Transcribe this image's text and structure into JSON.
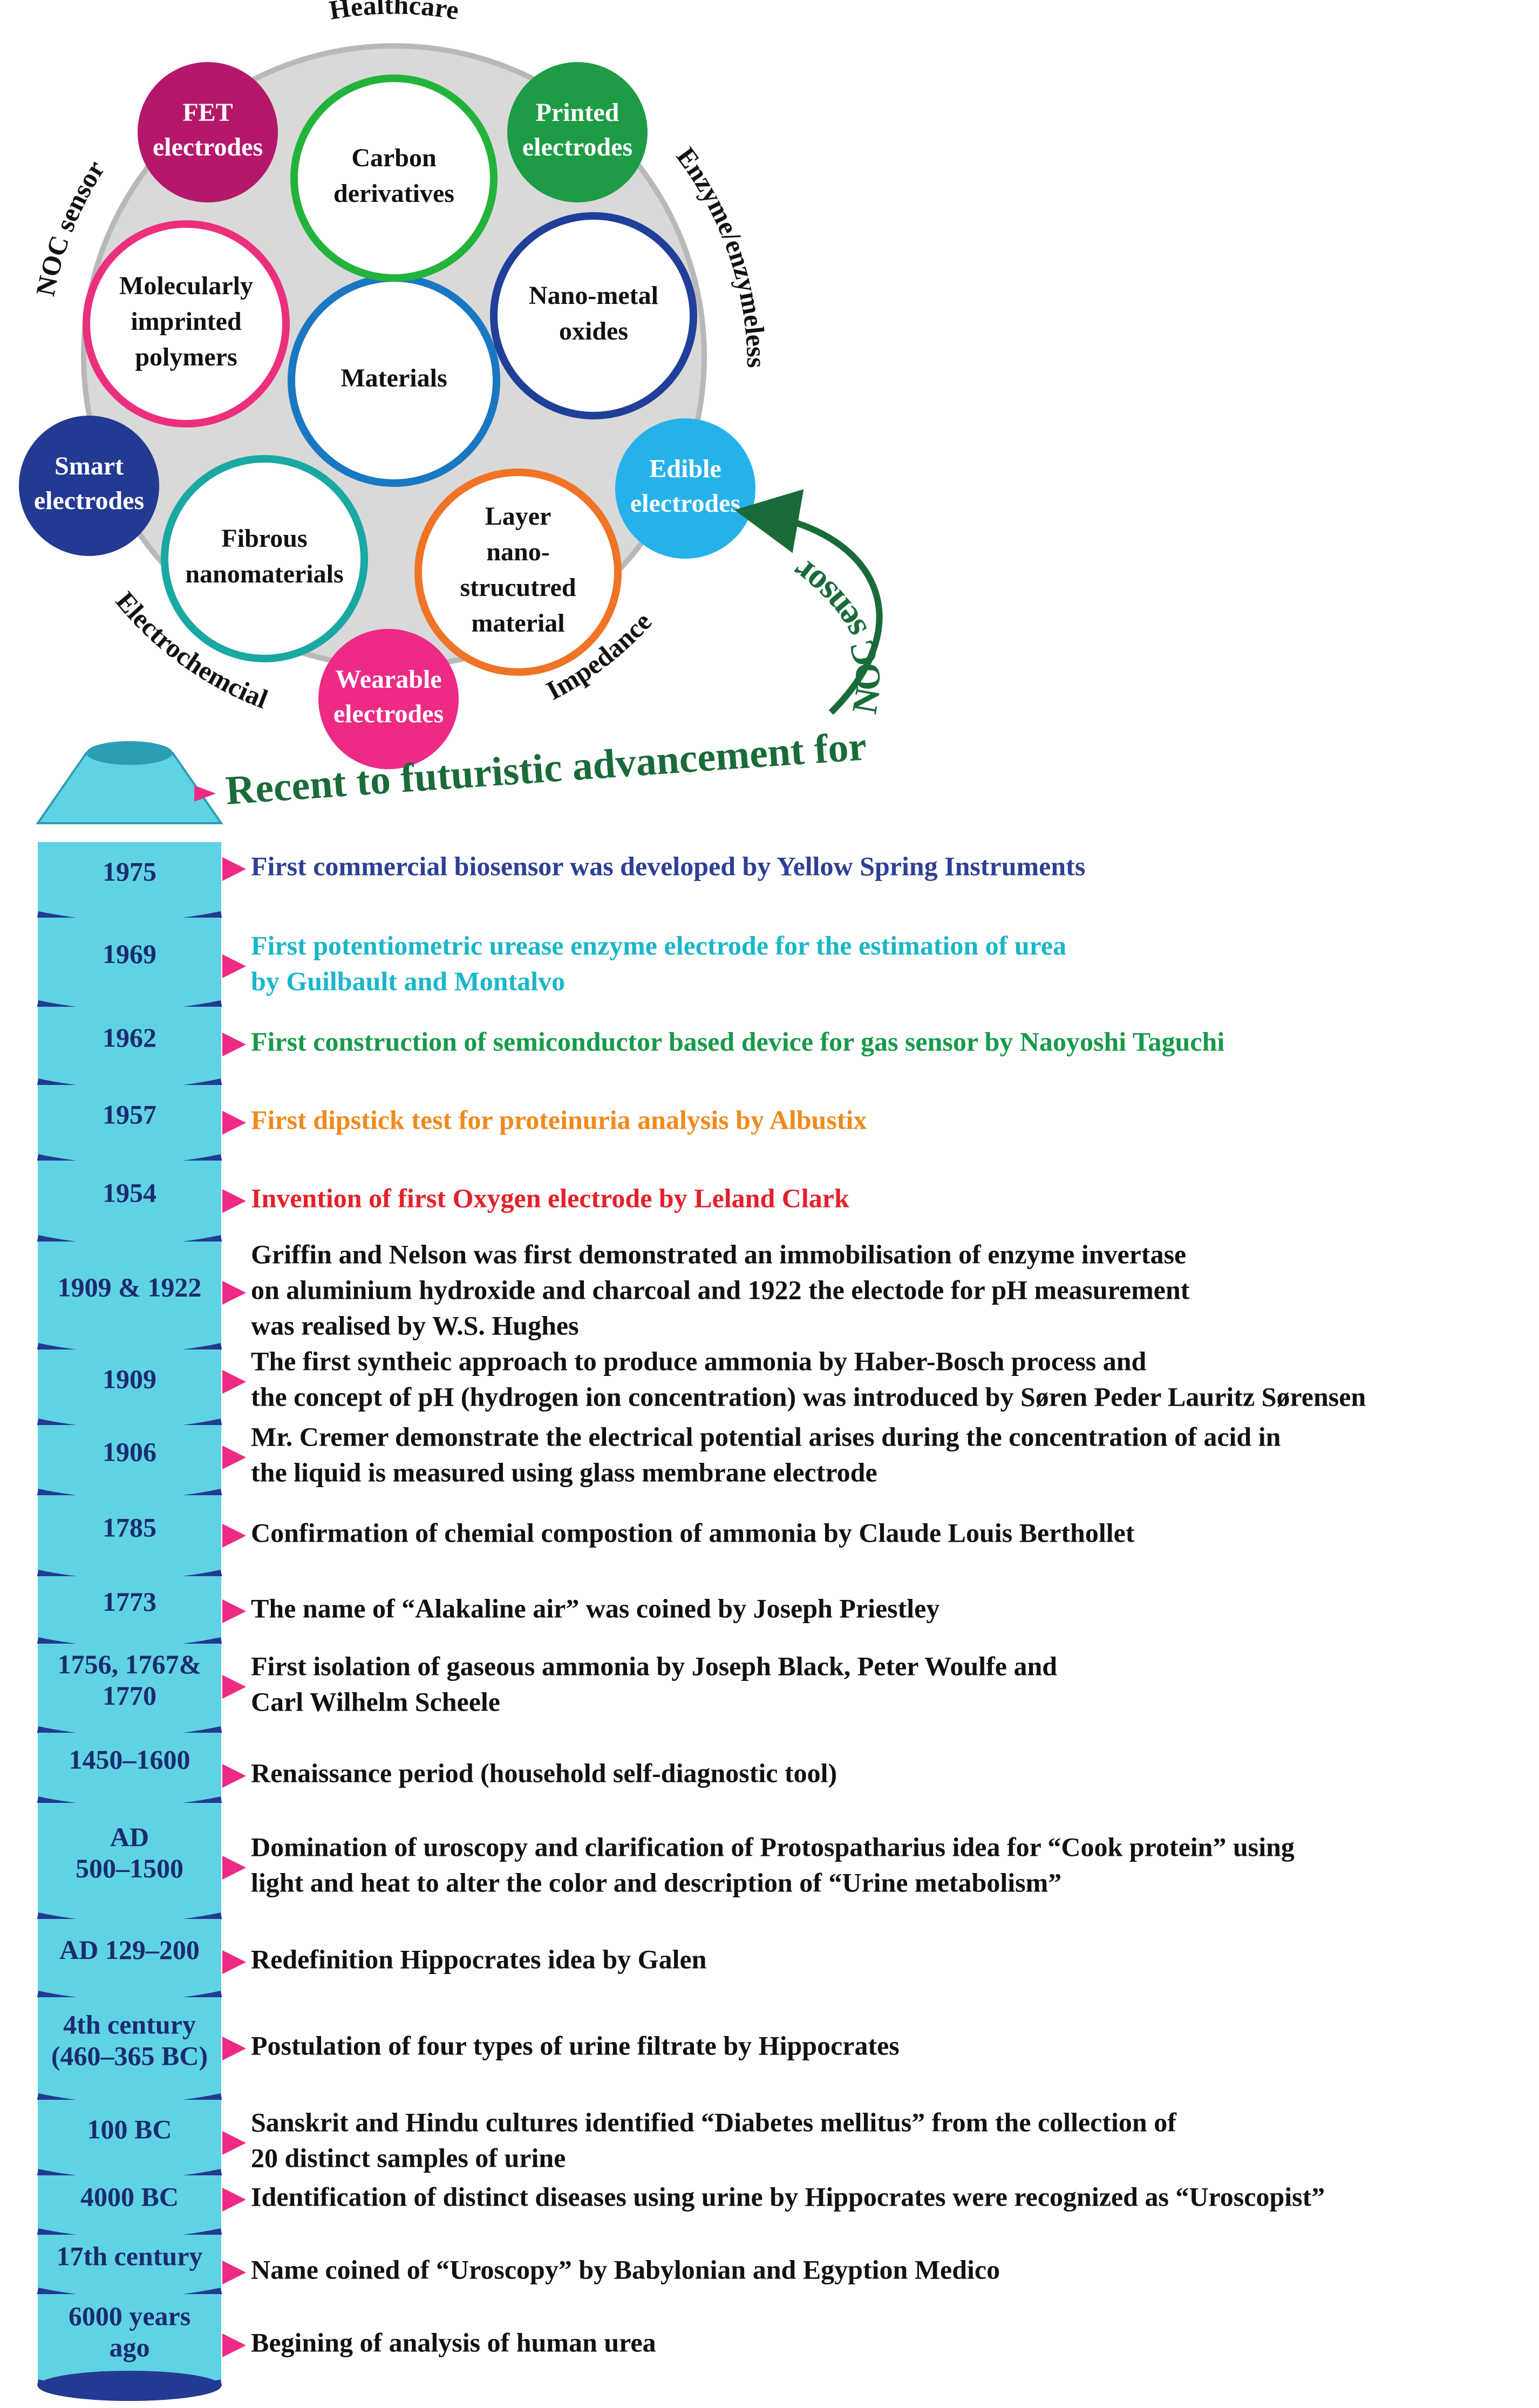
{
  "wheel": {
    "ring_labels": [
      {
        "id": "healthcare",
        "text": "Healthcare"
      },
      {
        "id": "enzyme",
        "text": "Enzyme/enzymeless"
      },
      {
        "id": "noc-sensor",
        "text": "NOC sensor"
      },
      {
        "id": "electrochemical",
        "text": "Electrochemcial"
      },
      {
        "id": "impedance",
        "text": "Impedance"
      }
    ],
    "center": {
      "lines": [
        "Materials"
      ],
      "color": "#1a78c2"
    },
    "inner_nodes": [
      {
        "id": "carbon",
        "lines": [
          "Carbon",
          "derivatives"
        ],
        "color": "#22b33a"
      },
      {
        "id": "nano-metal",
        "lines": [
          "Nano-metal",
          "oxides"
        ],
        "color": "#1f3f9a"
      },
      {
        "id": "layer",
        "lines": [
          "Layer",
          "nano-",
          "strucutred",
          "material"
        ],
        "color": "#f07426"
      },
      {
        "id": "fibrous",
        "lines": [
          "Fibrous",
          "nanomaterials"
        ],
        "color": "#19a8a2"
      },
      {
        "id": "molecular",
        "lines": [
          "Molecularly",
          "imprinted",
          "polymers"
        ],
        "color": "#ec2f7d"
      }
    ],
    "electrode_nodes": [
      {
        "id": "fet",
        "lines": [
          "FET",
          "electrodes"
        ],
        "color": "#b5186b"
      },
      {
        "id": "printed",
        "lines": [
          "Printed",
          "electrodes"
        ],
        "color": "#1e9c45"
      },
      {
        "id": "edible",
        "lines": [
          "Edible",
          "electrodes"
        ],
        "color": "#25b2ea"
      },
      {
        "id": "wearable",
        "lines": [
          "Wearable",
          "electrodes"
        ],
        "color": "#ee2a85"
      },
      {
        "id": "smart",
        "lines": [
          "Smart",
          "electrodes"
        ],
        "color": "#223a92"
      }
    ]
  },
  "arrow_label": "NOC sensor",
  "headline": "Recent to futuristic advancement for",
  "timeline": [
    {
      "year": [
        "1975"
      ],
      "text": [
        "First commercial biosensor was developed by Yellow Spring Instruments"
      ],
      "color": "#2e3f96"
    },
    {
      "year": [
        "1969"
      ],
      "text": [
        "First potentiometric urease enzyme electrode for the estimation of urea",
        "by Guilbault and Montalvo"
      ],
      "color": "#1ab6c9"
    },
    {
      "year": [
        "1962"
      ],
      "text": [
        "First construction of semiconductor based device for gas sensor by Naoyoshi Taguchi"
      ],
      "color": "#179a4a"
    },
    {
      "year": [
        "1957"
      ],
      "text": [
        "First dipstick test for proteinuria analysis by Albustix"
      ],
      "color": "#f08a1d"
    },
    {
      "year": [
        "1954"
      ],
      "text": [
        "Invention of first Oxygen electrode by Leland Clark"
      ],
      "color": "#e5202a"
    },
    {
      "year": [
        "1909 & 1922"
      ],
      "text": [
        "Griffin and Nelson was first demonstrated an immobilisation of enzyme invertase",
        "on aluminium hydroxide and charcoal and 1922 the electode for pH measurement",
        "was realised by W.S. Hughes"
      ],
      "color": "#111111"
    },
    {
      "year": [
        "1909"
      ],
      "text": [
        "The first syntheic approach to produce ammonia by Haber-Bosch process and",
        "the concept of pH (hydrogen ion concentration) was introduced by Søren Peder Lauritz Sørensen"
      ],
      "color": "#111111"
    },
    {
      "year": [
        "1906"
      ],
      "text": [
        "Mr. Cremer demonstrate the electrical potential arises during the concentration of acid in",
        "the liquid is measured using glass membrane electrode"
      ],
      "color": "#111111"
    },
    {
      "year": [
        "1785"
      ],
      "text": [
        "Confirmation of chemial compostion of ammonia by Claude Louis Berthollet"
      ],
      "color": "#111111"
    },
    {
      "year": [
        "1773"
      ],
      "text": [
        "The name of “Alakaline air” was coined by Joseph Priestley"
      ],
      "color": "#111111"
    },
    {
      "year": [
        "1756, 1767&",
        "1770"
      ],
      "text": [
        "First isolation of gaseous ammonia by Joseph Black, Peter Woulfe and",
        "Carl Wilhelm Scheele"
      ],
      "color": "#111111"
    },
    {
      "year": [
        "1450–1600"
      ],
      "text": [
        "Renaissance period (household self-diagnostic tool)"
      ],
      "color": "#111111"
    },
    {
      "year": [
        "AD",
        "500–1500"
      ],
      "text": [
        "Domination of uroscopy and clarification of Protospatharius idea for “Cook protein” using",
        "light and heat to alter the color and description of “Urine metabolism”"
      ],
      "color": "#111111"
    },
    {
      "year": [
        "AD 129–200"
      ],
      "text": [
        "Redefinition Hippocrates idea by Galen"
      ],
      "color": "#111111"
    },
    {
      "year": [
        "4th century",
        "(460–365 BC)"
      ],
      "text": [
        "Postulation of four types of urine filtrate by Hippocrates"
      ],
      "color": "#111111"
    },
    {
      "year": [
        "100 BC"
      ],
      "text": [
        "Sanskrit and Hindu cultures identified “Diabetes mellitus”  from the collection of",
        "20 distinct samples of urine"
      ],
      "color": "#111111"
    },
    {
      "year": [
        "4000 BC"
      ],
      "text": [
        "Identification of distinct diseases using urine by Hippocrates were recognized as “Uroscopist”"
      ],
      "color": "#111111"
    },
    {
      "year": [
        "17th century"
      ],
      "text": [
        "Name coined of “Uroscopy” by Babylonian and Egyption Medico"
      ],
      "color": "#111111"
    },
    {
      "year": [
        "6000 years",
        "ago"
      ],
      "text": [
        "Begining of analysis  of human urea"
      ],
      "color": "#111111"
    }
  ]
}
